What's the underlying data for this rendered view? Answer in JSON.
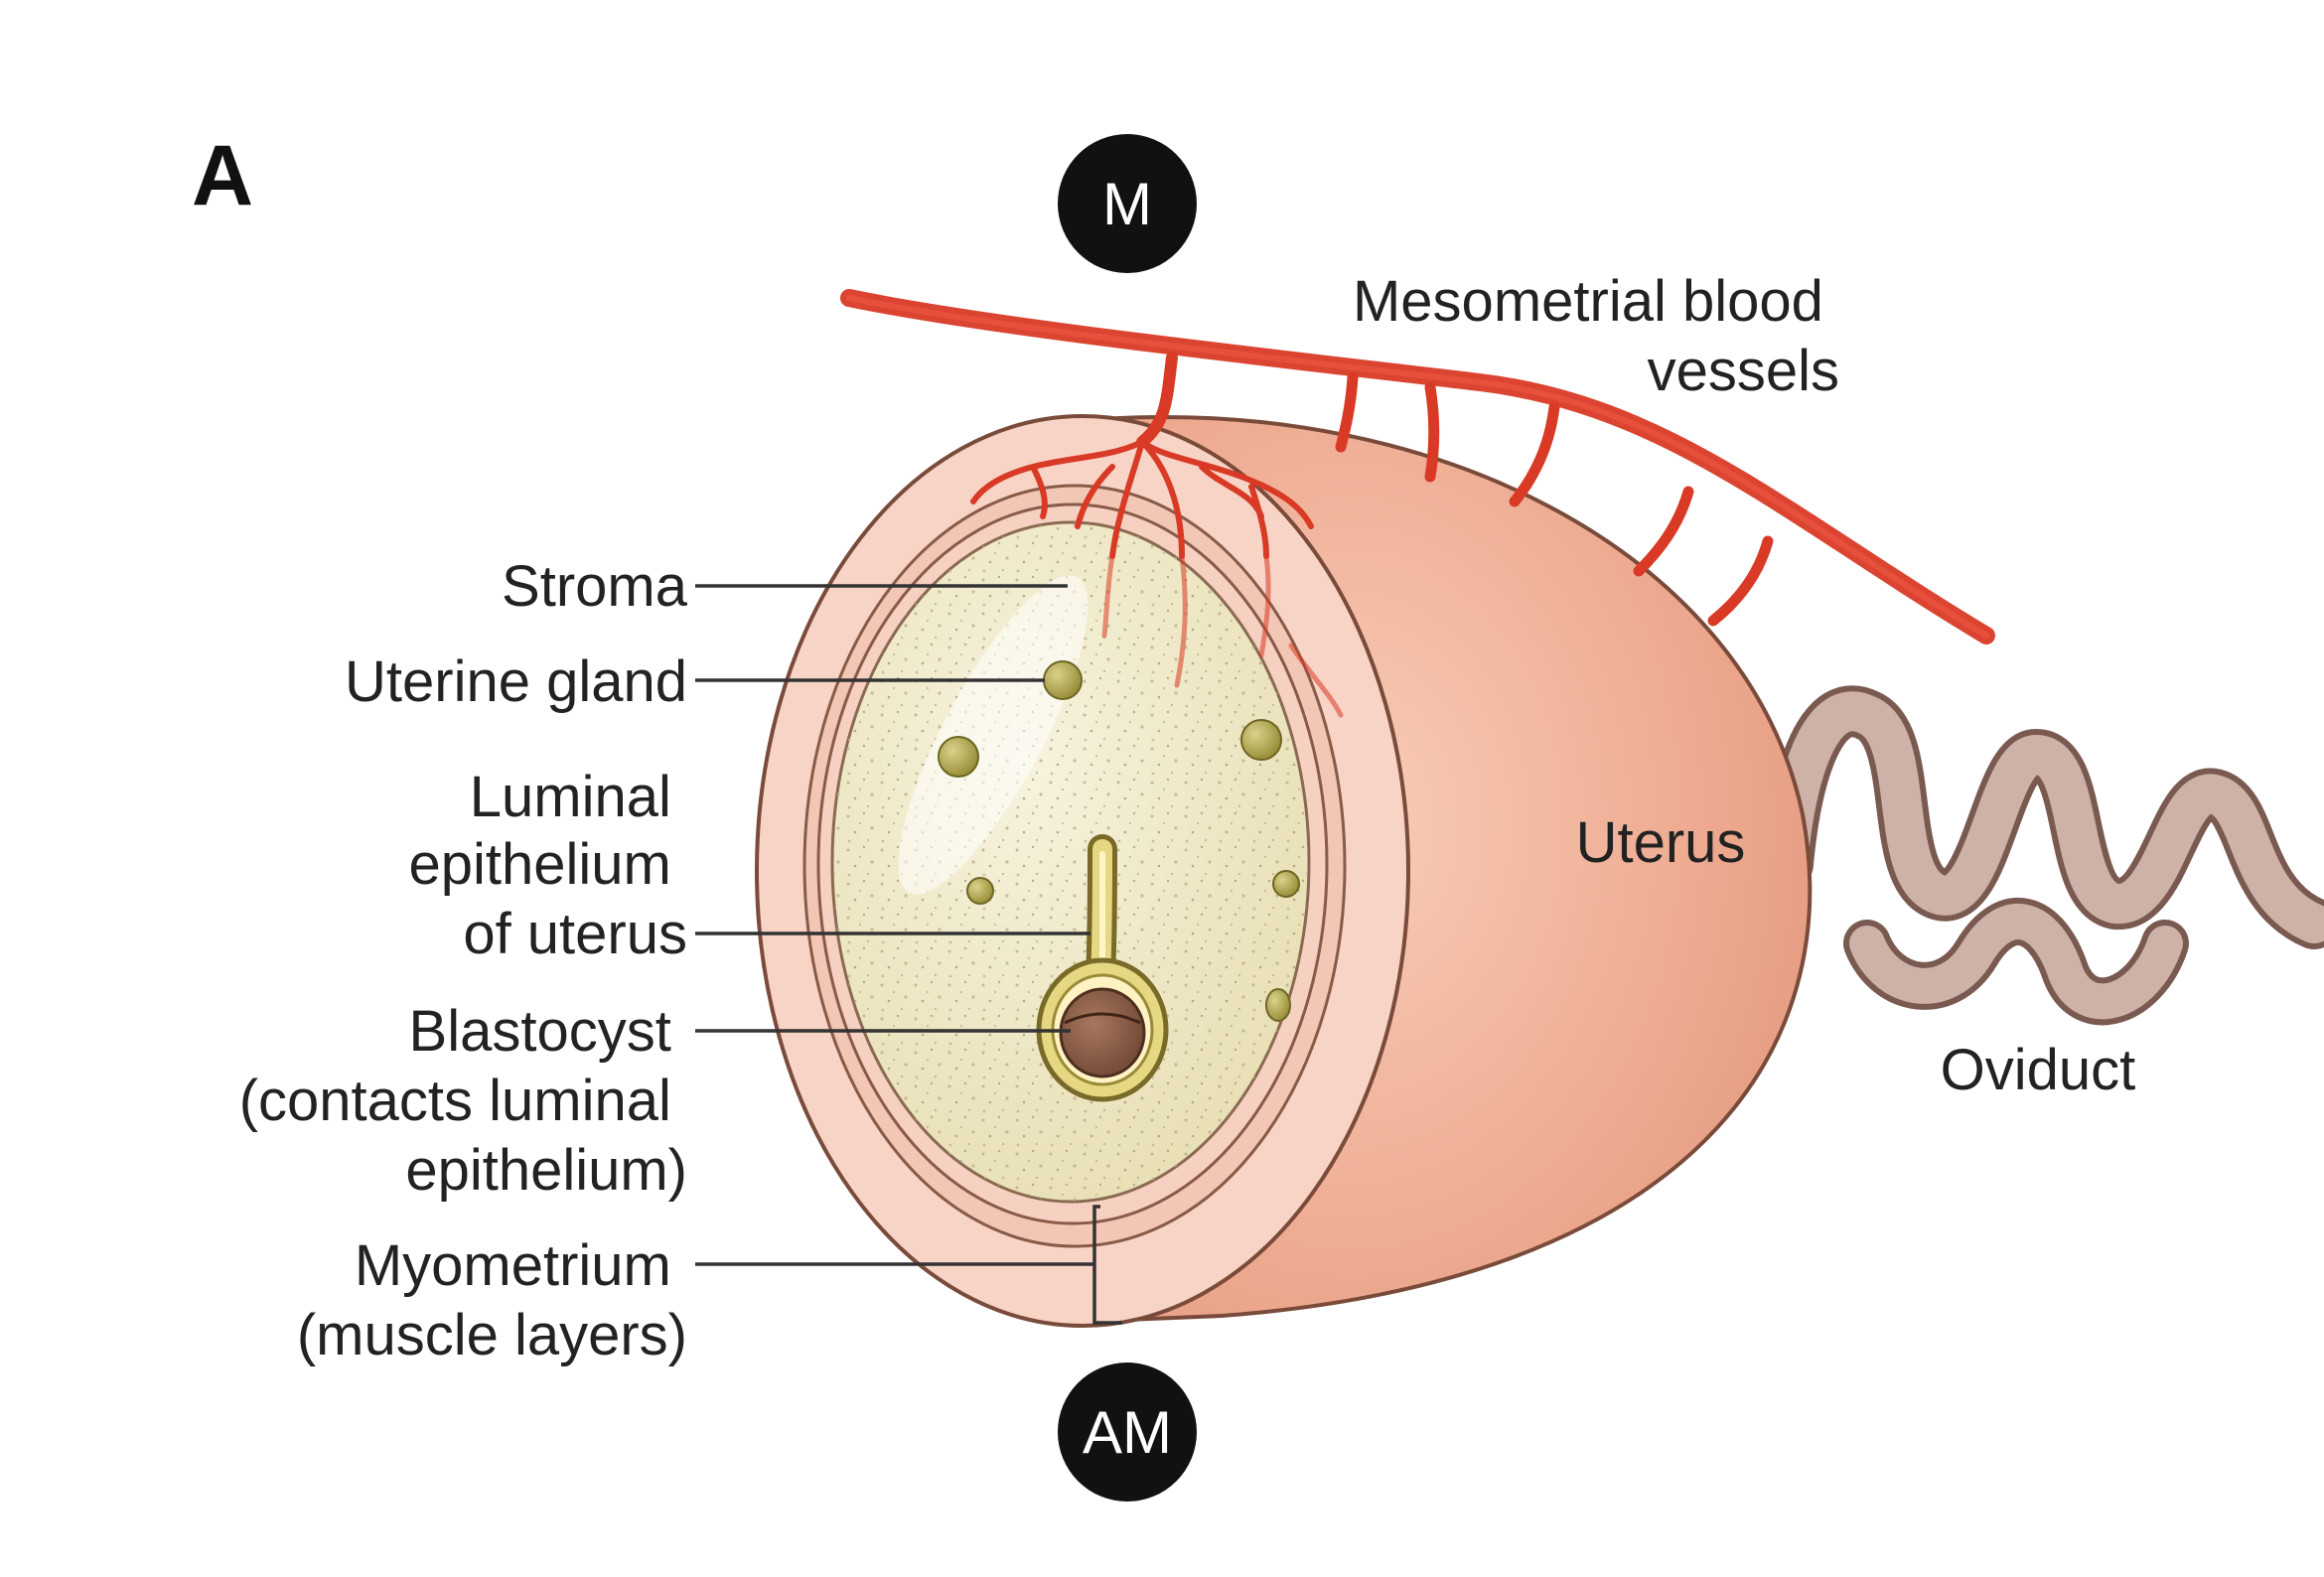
{
  "panel_label": "A",
  "orientation": {
    "top": "M",
    "bottom": "AM"
  },
  "labels": {
    "mesometrial_vessels": [
      "Mesometrial blood",
      "vessels"
    ],
    "stroma": "Stroma",
    "uterine_gland": "Uterine gland",
    "luminal_epithelium": [
      "Luminal",
      "epithelium",
      "of uterus"
    ],
    "blastocyst": [
      "Blastocyst",
      "(contacts luminal",
      "epithelium)"
    ],
    "myometrium": [
      "Myometrium",
      "(muscle layers)"
    ],
    "uterus": "Uterus",
    "oviduct": "Oviduct"
  },
  "colors": {
    "uterus_outer": "#f0b8a0",
    "uterus_face": "#f6d3c4",
    "stroma": "#efe8c4",
    "vessels": "#d93a26",
    "gland": "#b6ab52",
    "oviduct": "#c9aaa0",
    "badge": "#111111"
  }
}
